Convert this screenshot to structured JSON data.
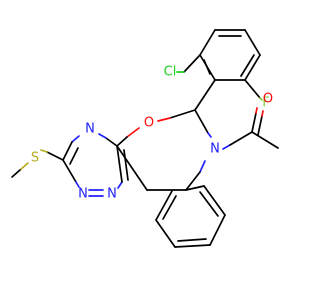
{
  "structure": {
    "atoms": {
      "cl": {
        "label": "Cl",
        "color": "#1fcf1f"
      },
      "f": {
        "label": "F",
        "color": "#7fcf3a"
      },
      "o_ring": {
        "label": "O",
        "color": "#ff0d0d"
      },
      "o_carbonyl": {
        "label": "O",
        "color": "#ff0d0d"
      },
      "n_amide": {
        "label": "N",
        "color": "#2121ff"
      },
      "n_triazine_top": {
        "label": "N",
        "color": "#2121ff"
      },
      "n_triazine_bl": {
        "label": "N",
        "color": "#2121ff"
      },
      "n_triazine_br": {
        "label": "N",
        "color": "#2121ff"
      },
      "s": {
        "label": "S",
        "color": "#b8ac1f"
      }
    }
  }
}
